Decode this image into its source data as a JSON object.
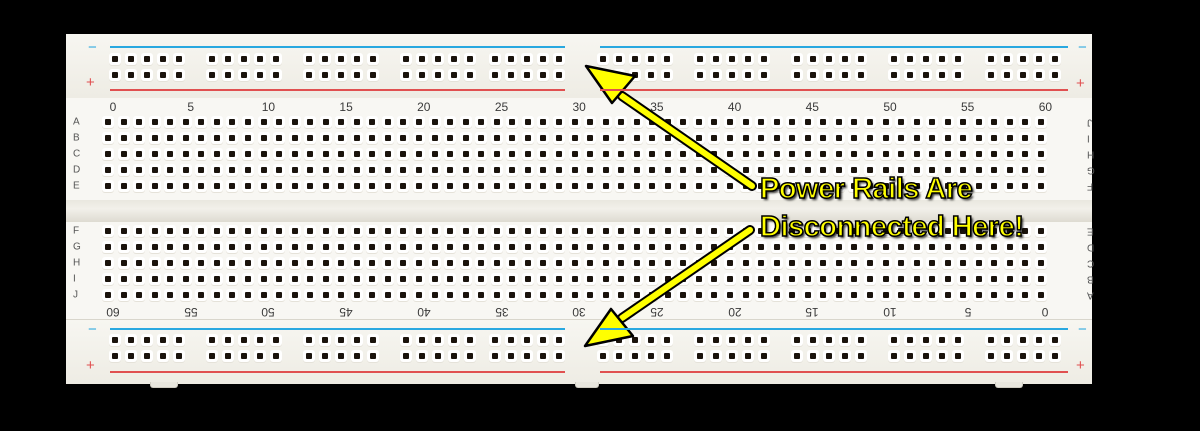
{
  "image": {
    "subject": "solderless breadboard",
    "background_color": "#000000",
    "board_color": "#f4f2ec"
  },
  "annotation": {
    "line1": "Power Rails Are",
    "line2": "Disconnected Here!",
    "text_color": "#ffff00",
    "arrow_color": "#ffff00"
  },
  "power_rails": {
    "negative_symbol": "−",
    "positive_symbol": "+",
    "negative_color": "#29a8e0",
    "positive_color": "#e05050"
  },
  "top_terminal": {
    "row_labels_left": [
      "A",
      "B",
      "C",
      "D",
      "E"
    ],
    "row_labels_right": [
      "J",
      "I",
      "H",
      "G",
      "F"
    ],
    "column_numbers": [
      "0",
      "5",
      "10",
      "15",
      "20",
      "25",
      "30",
      "35",
      "40",
      "45",
      "50",
      "55",
      "60"
    ]
  },
  "bottom_terminal": {
    "row_labels_left": [
      "F",
      "G",
      "H",
      "I",
      "J"
    ],
    "row_labels_right": [
      "E",
      "D",
      "C",
      "B",
      "A"
    ],
    "column_numbers": [
      "60",
      "55",
      "50",
      "45",
      "40",
      "35",
      "30",
      "25",
      "20",
      "15",
      "10",
      "5",
      "0"
    ]
  }
}
